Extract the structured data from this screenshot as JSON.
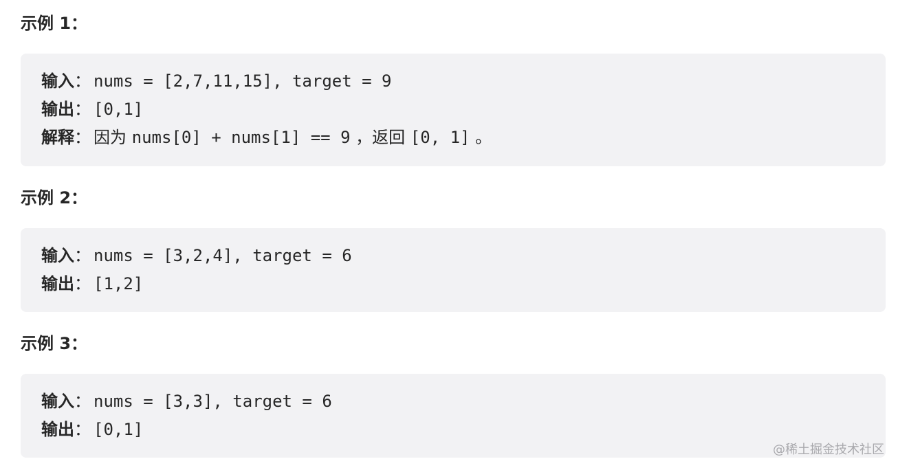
{
  "examples": [
    {
      "heading": "示例 1：",
      "input_label": "输入",
      "input_value": "nums = [2,7,11,15], target = 9",
      "output_label": "输出",
      "output_value": "[0,1]",
      "explain_label": "解释",
      "explain_parts": {
        "p1": "因为 ",
        "p2": "nums[0] + nums[1] == 9",
        "p3": " ，返回 ",
        "p4": "[0, 1]",
        "p5": " 。"
      }
    },
    {
      "heading": "示例 2：",
      "input_label": "输入",
      "input_value": "nums = [3,2,4], target = 6",
      "output_label": "输出",
      "output_value": "[1,2]"
    },
    {
      "heading": "示例 3：",
      "input_label": "输入",
      "input_value": "nums = [3,3], target = 6",
      "output_label": "输出",
      "output_value": "[0,1]"
    }
  ],
  "colon": "：",
  "watermark": "@稀土掘金技术社区"
}
